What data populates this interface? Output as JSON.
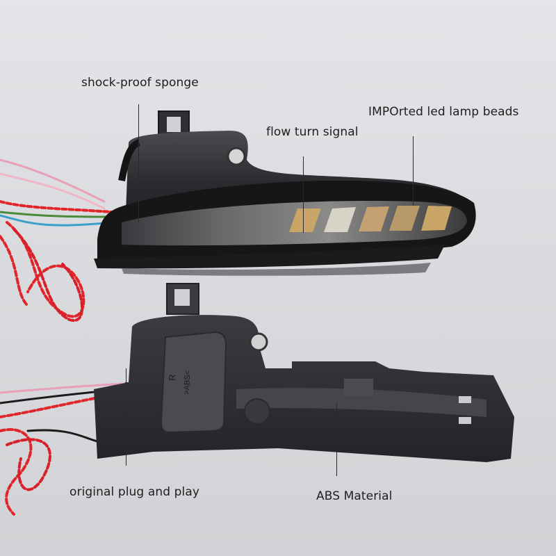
{
  "callouts": {
    "shock_proof_sponge": "shock-proof sponge",
    "flow_turn_signal": "flow turn signal",
    "imported_led_lamp_beads": "IMPOrted led lamp beads",
    "original_plug_and_play": "original plug and play",
    "abs_material": "ABS Material"
  },
  "housing_marks": {
    "r": "R",
    "abs": ">ABS<"
  },
  "colors": {
    "background": "#dcdee1",
    "housing": "#2c2d31",
    "sponge": "#1a1a1a",
    "amber_led": "#c9a567",
    "wire_red": "#e0262a",
    "wire_pink": "#e8a0b8"
  }
}
